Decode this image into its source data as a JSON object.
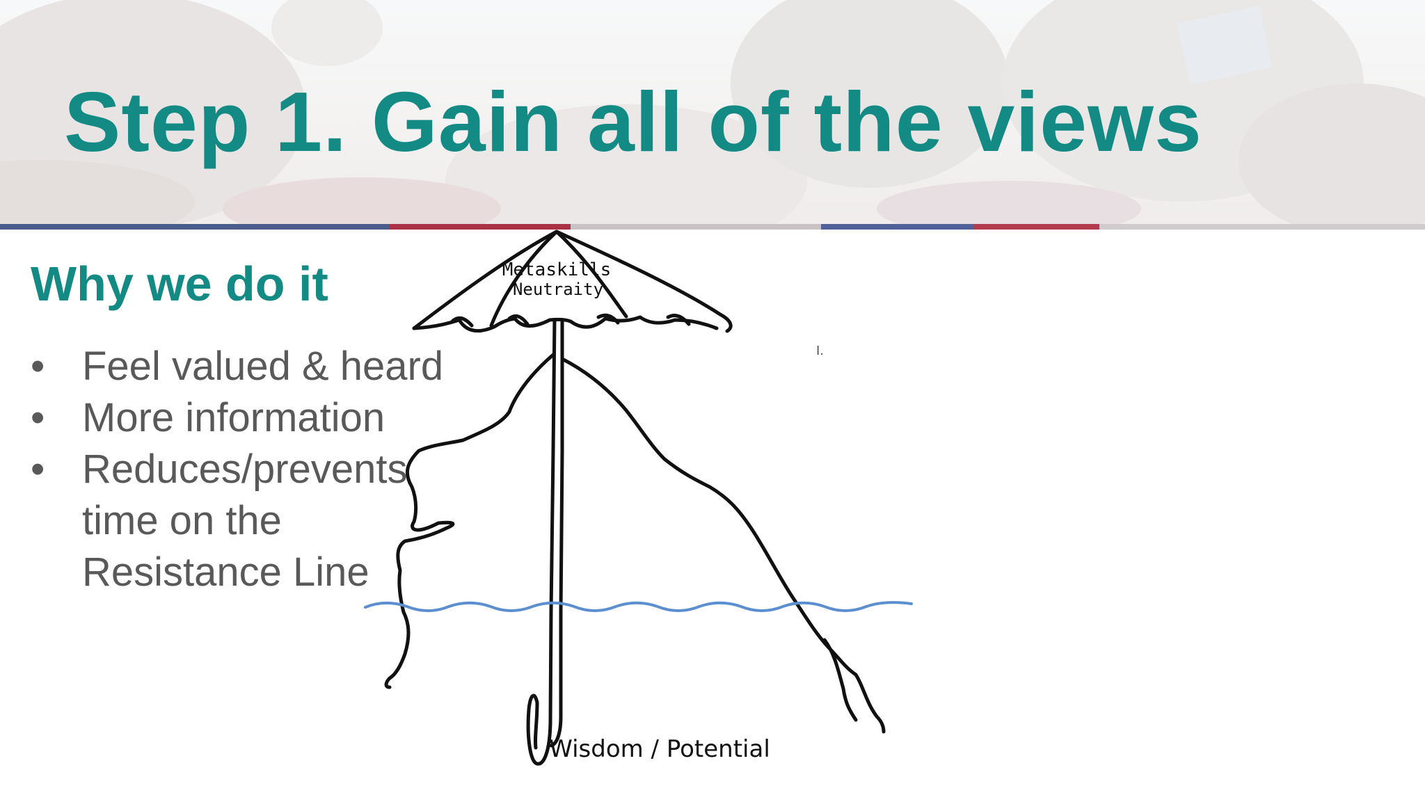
{
  "slide": {
    "title": "Step 1. Gain all of the views",
    "subheading": "Why we do it",
    "bullets": [
      "Feel valued & heard",
      "More information",
      "Reduces/prevents time on the Resistance Line"
    ]
  },
  "diagram": {
    "umbrella_label_top": "Metaskills",
    "umbrella_label_bottom": "Neutraity",
    "bottom_caption": "Wisdom / Potential",
    "stray_mark": "I."
  },
  "colors": {
    "title_teal": "#138a84",
    "body_gray": "#595959",
    "water_line_blue": "#5b8fcf",
    "ink_black": "#111111"
  }
}
